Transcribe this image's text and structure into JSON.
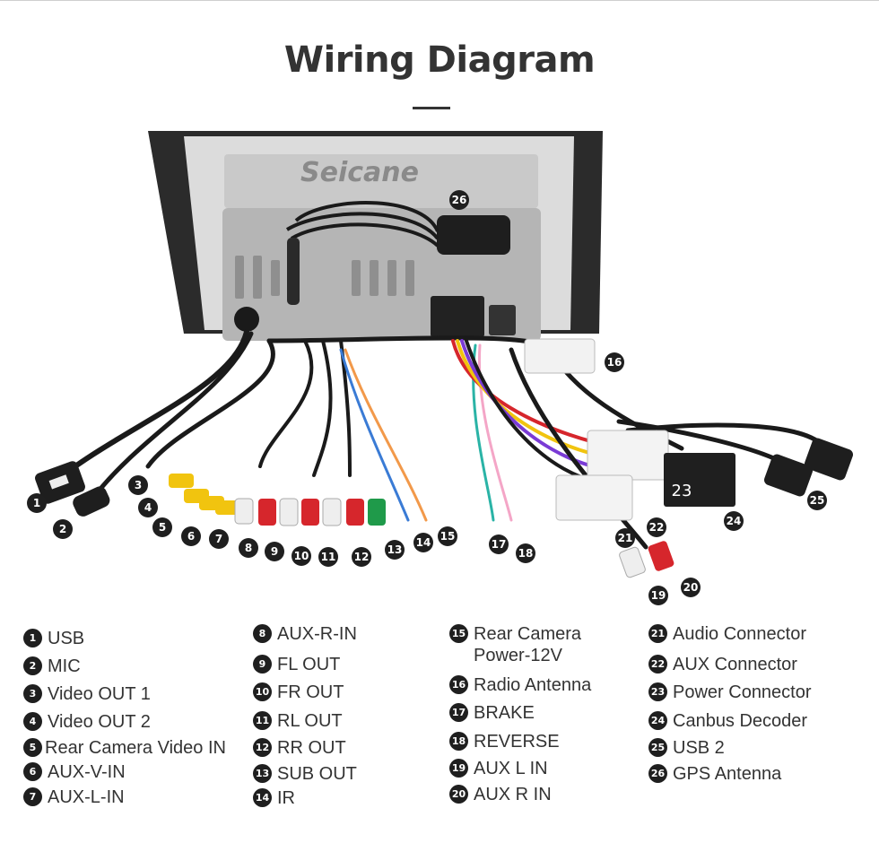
{
  "title": "Wiring Diagram",
  "brand": "Seicane",
  "colors": {
    "badge": "#1f1f1f",
    "cable": "#1a1a1a",
    "rca_yellow": "#f1c40f",
    "rca_red": "#d6262c",
    "rca_white": "#eeeeee",
    "rca_green": "#1f9a4a",
    "wire_blue": "#3a7bd5",
    "wire_orange": "#f2994a",
    "wire_pink": "#f4a6c7",
    "wire_teal": "#2ab3a6"
  },
  "callouts": [
    "1",
    "2",
    "3",
    "4",
    "5",
    "6",
    "7",
    "8",
    "9",
    "10",
    "11",
    "12",
    "13",
    "14",
    "15",
    "16",
    "17",
    "18",
    "19",
    "20",
    "21",
    "22",
    "23",
    "24",
    "25",
    "26"
  ],
  "legend": [
    {
      "num": "1",
      "label": "USB"
    },
    {
      "num": "2",
      "label": "MIC"
    },
    {
      "num": "3",
      "label": "Video OUT 1"
    },
    {
      "num": "4",
      "label": "Video OUT 2"
    },
    {
      "num": "5",
      "label": "Rear Camera Video IN"
    },
    {
      "num": "6",
      "label": "AUX-V-IN"
    },
    {
      "num": "7",
      "label": "AUX-L-IN"
    },
    {
      "num": "8",
      "label": "AUX-R-IN"
    },
    {
      "num": "9",
      "label": "FL OUT"
    },
    {
      "num": "10",
      "label": "FR OUT"
    },
    {
      "num": "11",
      "label": "RL OUT"
    },
    {
      "num": "12",
      "label": "RR OUT"
    },
    {
      "num": "13",
      "label": "SUB OUT"
    },
    {
      "num": "14",
      "label": "IR"
    },
    {
      "num": "15",
      "label": "Rear Camera\nPower-12V"
    },
    {
      "num": "16",
      "label": "Radio Antenna"
    },
    {
      "num": "17",
      "label": "BRAKE"
    },
    {
      "num": "18",
      "label": "REVERSE"
    },
    {
      "num": "19",
      "label": "AUX L IN"
    },
    {
      "num": "20",
      "label": "AUX R IN"
    },
    {
      "num": "21",
      "label": "Audio Connector"
    },
    {
      "num": "22",
      "label": "AUX Connector"
    },
    {
      "num": "23",
      "label": "Power Connector"
    },
    {
      "num": "24",
      "label": "Canbus Decoder"
    },
    {
      "num": "25",
      "label": "USB 2"
    },
    {
      "num": "26",
      "label": "GPS Antenna"
    }
  ]
}
